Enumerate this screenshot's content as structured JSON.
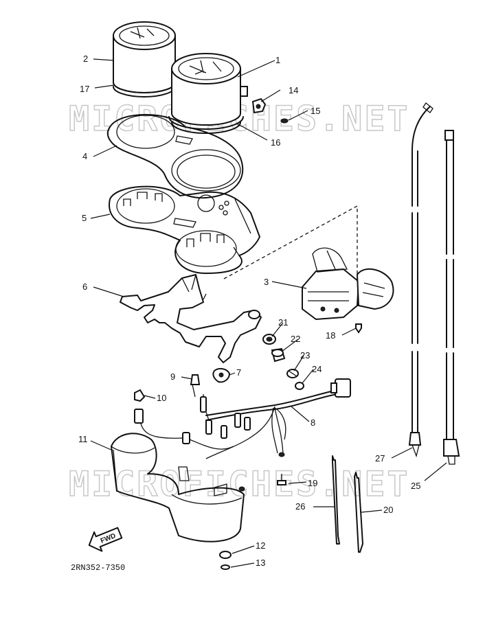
{
  "watermark": "MICROFICHES.NET",
  "diagram_code": "2RN352-7350",
  "direction_label": "FWD",
  "callouts": [
    "1",
    "2",
    "3",
    "4",
    "5",
    "6",
    "7",
    "8",
    "9",
    "10",
    "11",
    "12",
    "13",
    "14",
    "15",
    "16",
    "17",
    "18",
    "19",
    "20",
    "21",
    "22",
    "23",
    "24",
    "25",
    "26",
    "27"
  ]
}
